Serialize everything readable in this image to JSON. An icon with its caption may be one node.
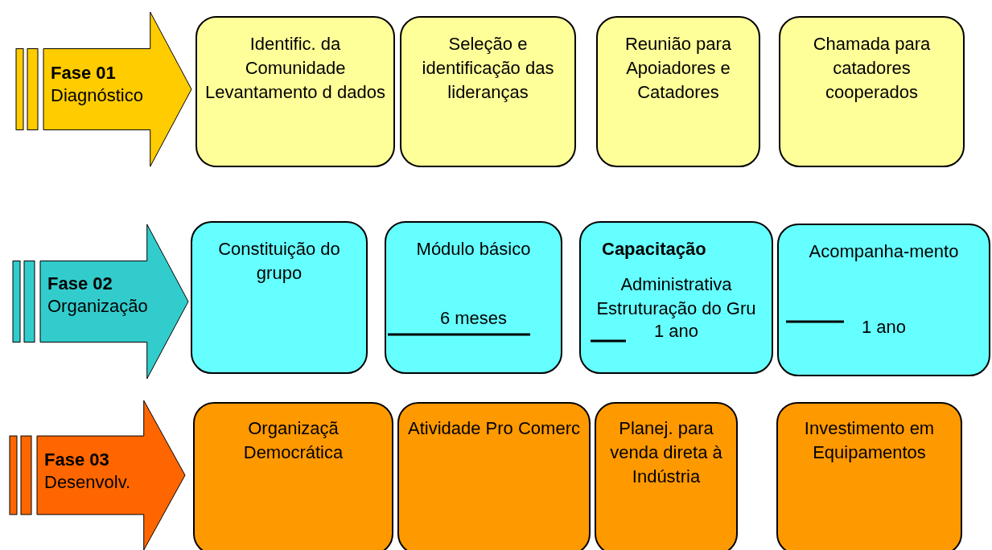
{
  "diagram": {
    "nodes": [
      {
        "text": [
          "Fase 01",
          "Diagnóstico"
        ]
      },
      {
        "text": [
          "Identific. da Comunidade Levantamento d dados"
        ]
      },
      {
        "text": [
          "Seleção e identificação das lideranças"
        ]
      },
      {
        "text": [
          "Reunião para Apoiadores e Catadores"
        ]
      },
      {
        "text": [
          "Chamada para catadores cooperados"
        ]
      },
      {
        "text": [
          "Fase 02",
          "Organização"
        ]
      },
      {
        "text": [
          "Constituição do grupo"
        ]
      },
      {
        "text": [
          "Módulo básico",
          "6 meses"
        ]
      },
      {
        "text": [
          "Capacitação",
          "Administrativa Estruturação do Gru",
          "1 ano"
        ]
      },
      {
        "text": [
          "Acompanha-mento",
          "1 ano"
        ]
      },
      {
        "text": [
          "Fase 03",
          "Desenvolv."
        ]
      },
      {
        "text": [
          "Organizaçã Democrática"
        ]
      },
      {
        "text": [
          "Atividade Pro Comerc"
        ]
      },
      {
        "text": [
          "Planej. para venda direta à Indústria"
        ]
      },
      {
        "text": [
          "Investimento em Equipamentos"
        ]
      }
    ]
  }
}
